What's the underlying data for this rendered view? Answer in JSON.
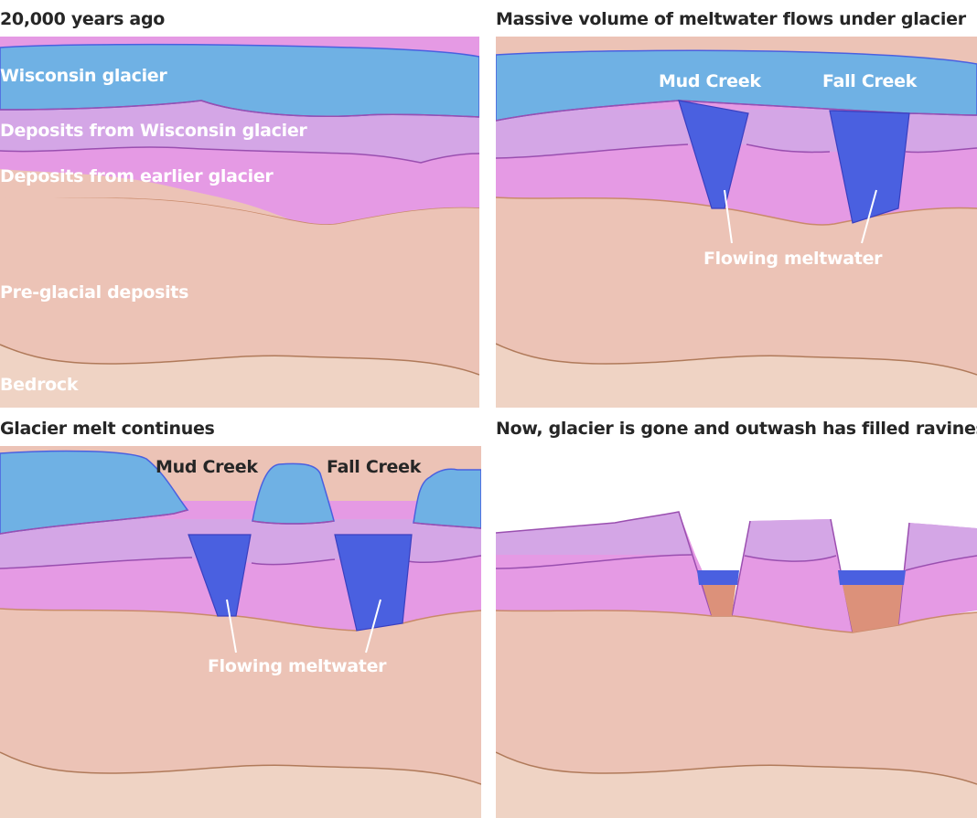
{
  "panels": [
    {
      "title": "20,000 years ago",
      "labels": {
        "wisconsin_glacier": "Wisconsin glacier",
        "deposits_wisconsin": "Deposits from Wisconsin glacier",
        "deposits_earlier": "Deposits from earlier glacier",
        "preglacial": "Pre-glacial deposits",
        "bedrock": "Bedrock"
      }
    },
    {
      "title": "Massive volume of meltwater flows under glacier",
      "labels": {
        "mud_creek": "Mud Creek",
        "fall_creek": "Fall Creek",
        "flowing_meltwater": "Flowing meltwater"
      }
    },
    {
      "title": "Glacier melt continues",
      "labels": {
        "mud_creek": "Mud Creek",
        "fall_creek": "Fall Creek",
        "flowing_meltwater": "Flowing meltwater"
      }
    },
    {
      "title": "Now, glacier is gone and outwash has filled ravines",
      "labels": {}
    }
  ],
  "colors": {
    "glacier": "#6fb1e4",
    "meltwater": "#4a60e0",
    "deposits_wisconsin": "#d4a6e6",
    "deposits_earlier": "#e59ae4",
    "preglacial": "#ecc3b6",
    "bedrock": "#efd3c4",
    "outwash": "#dc917a"
  }
}
